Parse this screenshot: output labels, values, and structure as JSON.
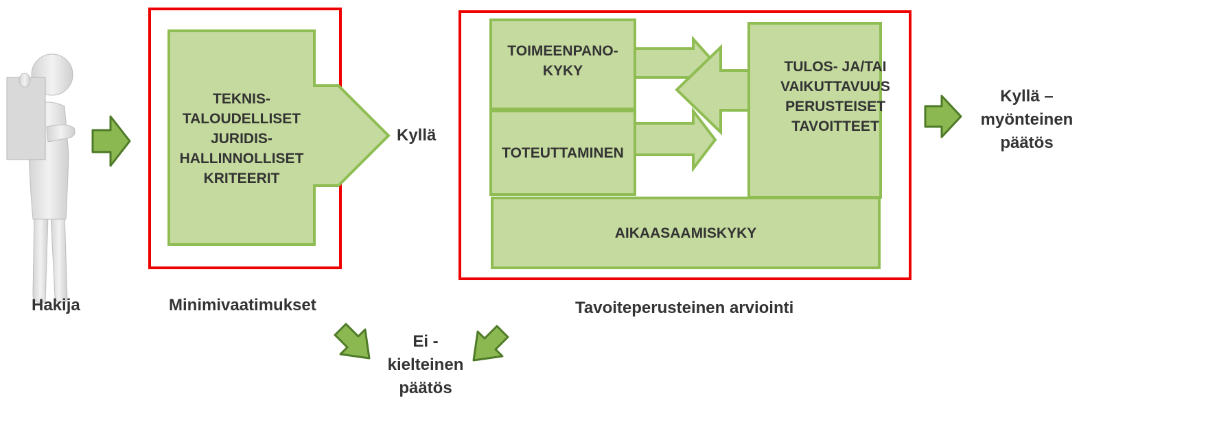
{
  "colors": {
    "frame": "#ee0000",
    "box_fill": "#c5da9e",
    "box_border": "#8fbd54",
    "arrow_fill": "#8cb852",
    "arrow_border": "#4f7a28",
    "text": "#333333"
  },
  "icons": {
    "applicant": "person-holding-document-icon"
  },
  "minimum_section": {
    "box_text": "TEKNIS-\nTALOUDELLISET\nJURIDIS-\nHALLINNOLLISET\nKRITEERIT",
    "yes_label": "Kyllä",
    "caption": "Minimivaatimukset"
  },
  "assessment_section": {
    "capability_box": "TOIMEENPANO-\nKYKY",
    "implementation_box": "TOTEUTTAMINEN",
    "goals_box": "TULOS- JA/TAI\nVAIKUTTAVUUS\nPERUSTEISET\nTAVOITTEET",
    "timeliness_box": "AIKAASAAMISKYKY",
    "caption": "Tavoiteperusteinen arviointi"
  },
  "applicant": {
    "caption": "Hakija"
  },
  "outcomes": {
    "positive": "Kyllä –\nmyönteinen\npäätös",
    "negative": "Ei -\nkielteinen\npäätös"
  }
}
